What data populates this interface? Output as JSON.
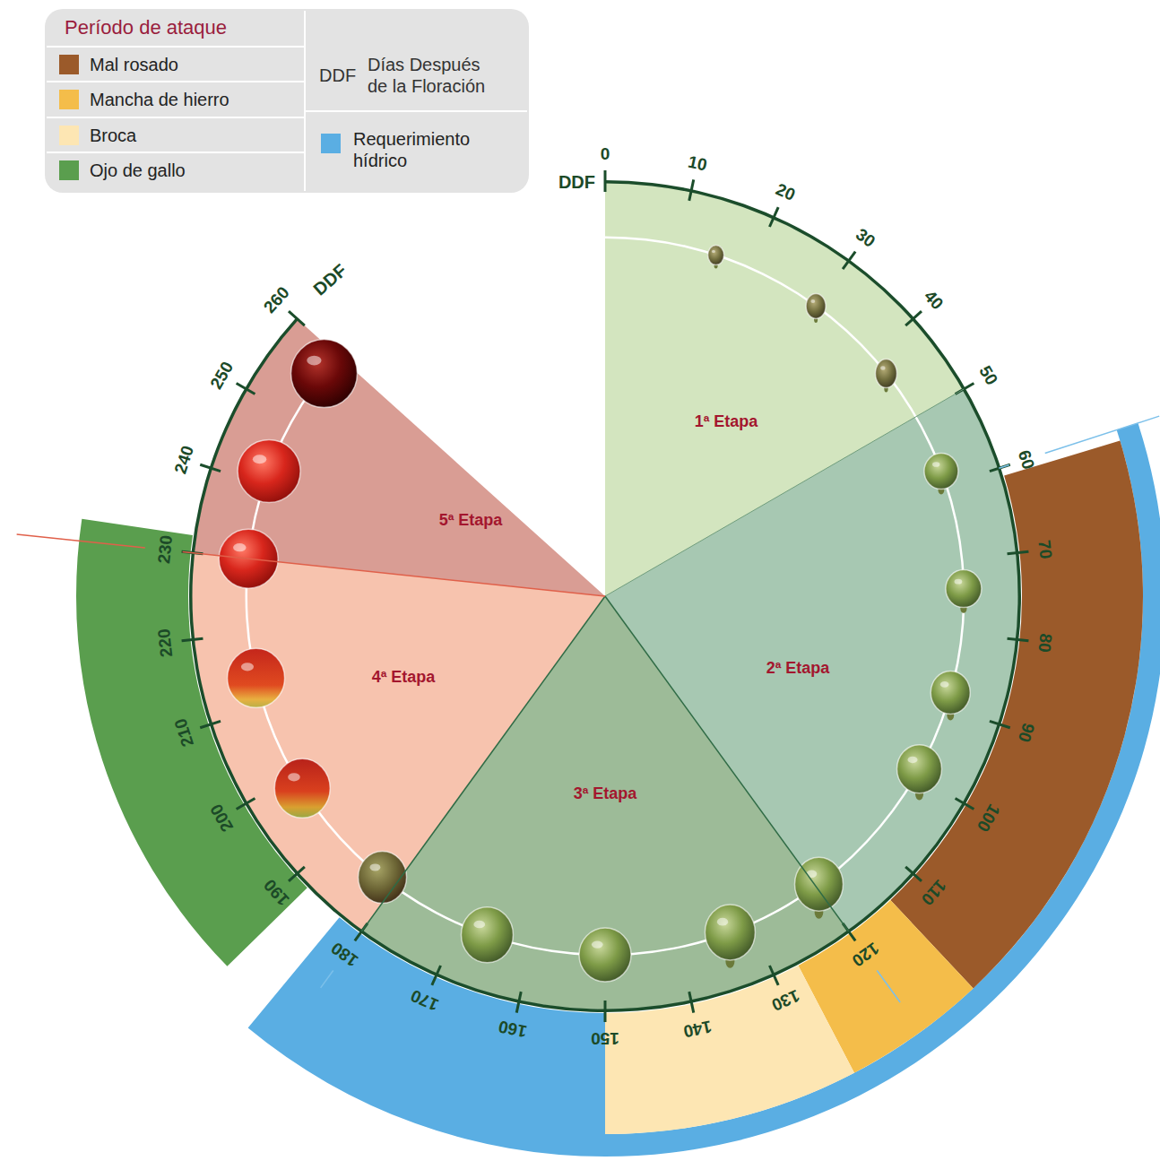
{
  "diagram": {
    "nodes": [
      {
        "text": [
          "1ª Etapa"
        ]
      },
      {
        "text": [
          "2ª Etapa"
        ]
      },
      {
        "text": [
          "3ª Etapa"
        ]
      },
      {
        "text": [
          "4ª Etapa"
        ]
      },
      {
        "text": [
          "5ª Etapa"
        ]
      }
    ],
    "labels": [
      "Período de ataque",
      "DDF",
      "Días Después de la Floración",
      "DDF",
      "0",
      "10",
      "20",
      "30",
      "40",
      "50",
      "60",
      "70",
      "80",
      "90",
      "100",
      "110",
      "120",
      "130",
      "140",
      "150",
      "160",
      "170",
      "180",
      "190",
      "200",
      "210",
      "220",
      "230",
      "240",
      "250",
      "260",
      "DDF"
    ],
    "legend": [
      {
        "text": "Mal rosado",
        "color": "#9b5a2a"
      },
      {
        "text": "Mancha de hierro",
        "color": "#f4bd4a"
      },
      {
        "text": "Broca",
        "color": "#fde6b3"
      },
      {
        "text": "Ojo de gallo",
        "color": "#5a9e4e"
      },
      {
        "text": "Requerimiento hídrico",
        "color": "#5aaee3"
      }
    ]
  }
}
